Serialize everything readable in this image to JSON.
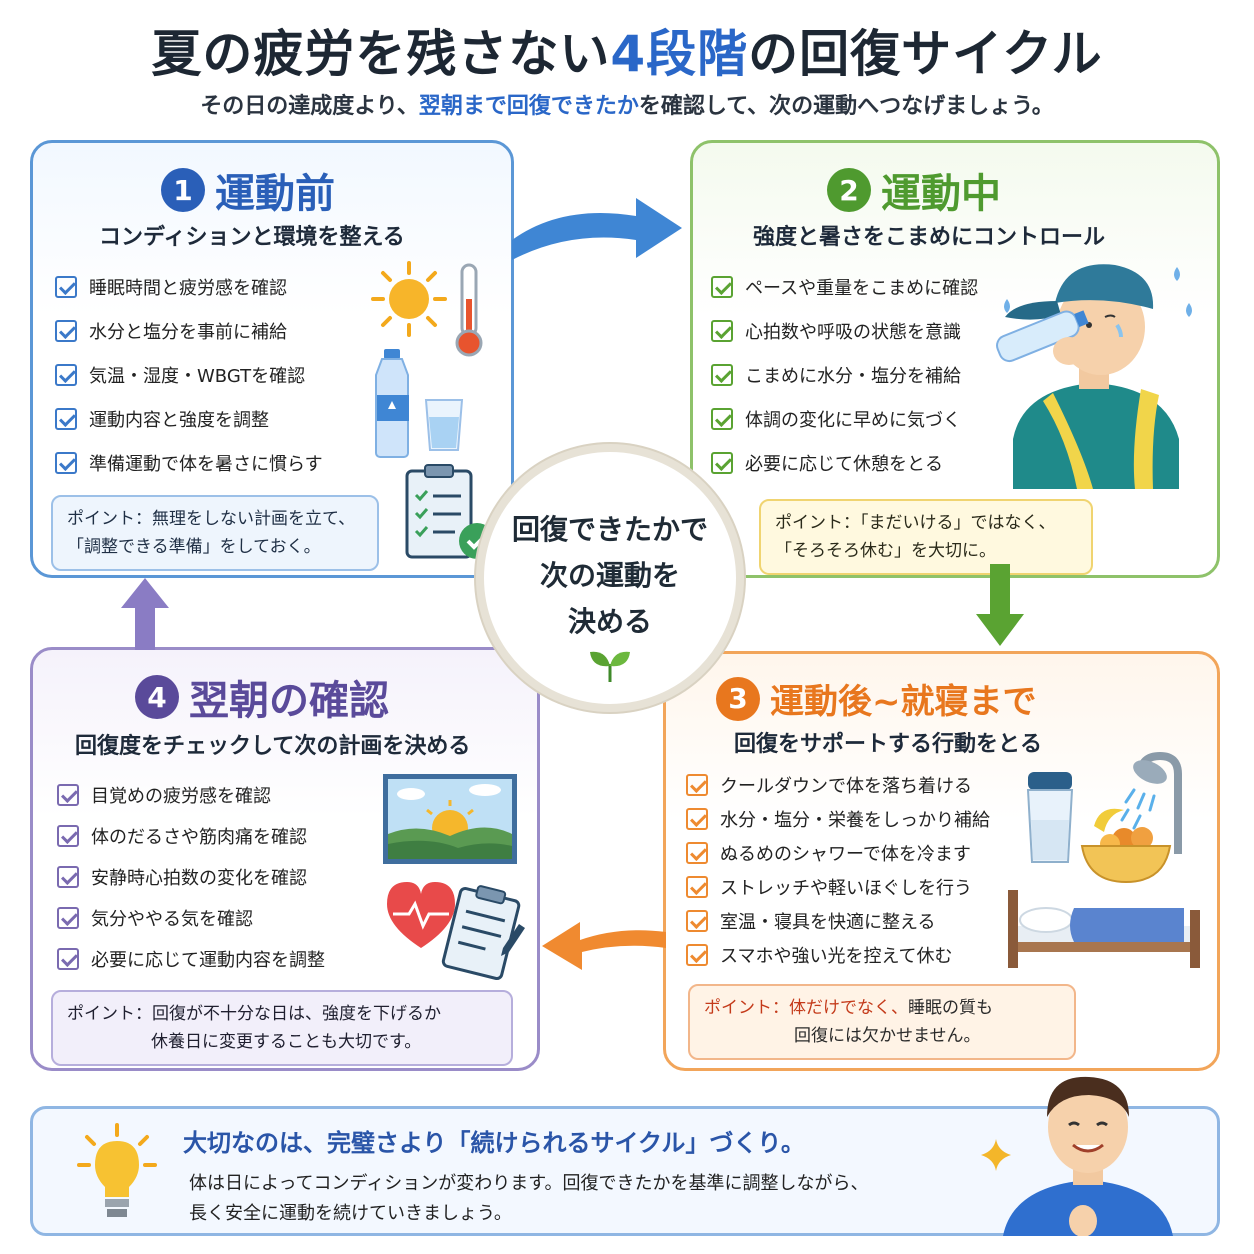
{
  "header": {
    "title_pre": "夏の疲労を残さない",
    "title_accent": "4段階",
    "title_post": "の回復サイクル",
    "subtitle_pre": "その日の達成度より、",
    "subtitle_accent": "翌朝まで回復できたか",
    "subtitle_post": "を確認して、次の運動へつなげましょう。"
  },
  "center": {
    "line1": "回復できたかで",
    "line2": "次の運動を",
    "line3": "決める"
  },
  "stage1": {
    "number": "1",
    "title": "運動前",
    "subtitle": "コンディションと環境を整える",
    "items": [
      "睡眠時間と疲労感を確認",
      "水分と塩分を事前に補給",
      "気温・湿度・WBGTを確認",
      "運動内容と強度を調整",
      "準備運動で体を暑さに慣らす"
    ],
    "point_line1": "ポイント：無理をしない計画を立て、",
    "point_line2": "「調整できる準備」をしておく。"
  },
  "stage2": {
    "number": "2",
    "title": "運動中",
    "subtitle": "強度と暑さをこまめにコントロール",
    "items": [
      "ペースや重量をこまめに確認",
      "心拍数や呼吸の状態を意識",
      "こまめに水分・塩分を補給",
      "体調の変化に早めに気づく",
      "必要に応じて休憩をとる"
    ],
    "point_line1": "ポイント：「まだいける」ではなく、",
    "point_line2": "「そろそろ休む」を大切に。"
  },
  "stage3": {
    "number": "3",
    "title": "運動後~就寝まで",
    "subtitle": "回復をサポートする行動をとる",
    "items": [
      "クールダウンで体を落ち着ける",
      "水分・塩分・栄養をしっかり補給",
      "ぬるめのシャワーで体を冷ます",
      "ストレッチや軽いほぐしを行う",
      "室温・寝具を快適に整える",
      "スマホや強い光を控えて休む"
    ],
    "point_label": "ポイント：",
    "point_accent": "体だけでなく、",
    "point_rest": "睡眠の質も",
    "point_line2": "回復には欠かせません。"
  },
  "stage4": {
    "number": "4",
    "title": "翌朝の確認",
    "subtitle": "回復度をチェックして次の計画を決める",
    "items": [
      "目覚めの疲労感を確認",
      "体のだるさや筋肉痛を確認",
      "安静時心拍数の変化を確認",
      "気分ややる気を確認",
      "必要に応じて運動内容を調整"
    ],
    "point_line1": "ポイント：回復が不十分な日は、強度を下げるか",
    "point_line2": "休養日に変更することも大切です。"
  },
  "bottom": {
    "title": "大切なのは、完璧さより「続けられるサイクル」づくり。",
    "line1": "体は日によってコンディションが変わります。回復できたかを基準に調整しながら、",
    "line2": "長く安全に運動を続けていきましょう。"
  },
  "colors": {
    "blue": "#2a67c8",
    "green": "#4f9a2f",
    "orange": "#e8771e",
    "purple": "#5a4a9a"
  },
  "icons": [
    "sun-icon",
    "thermometer-icon",
    "water-bottle-icon",
    "glass-icon",
    "clipboard-icon",
    "drinking-man-icon",
    "window-sunrise-icon",
    "heart-icon",
    "shaker-icon",
    "shower-icon",
    "fruit-bowl-icon",
    "bed-icon",
    "sprout-icon",
    "lightbulb-icon",
    "sparkle-icon",
    "smiling-man-icon"
  ]
}
